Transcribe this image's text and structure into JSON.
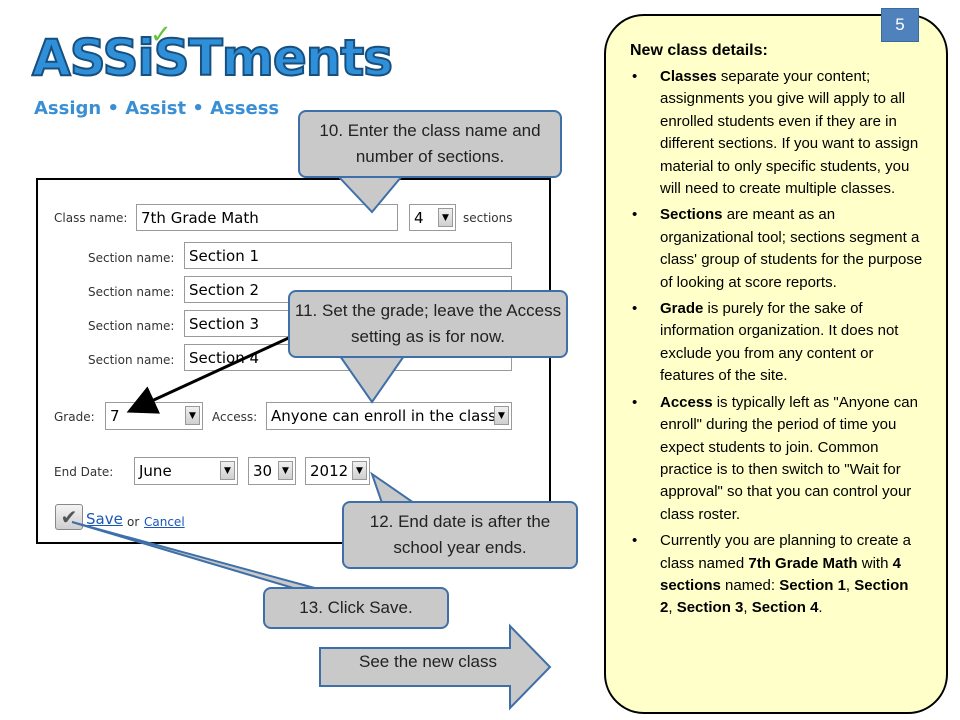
{
  "logo": {
    "wordmark": "ASSiSTments",
    "tagline": "Assign • Assist • Assess",
    "check": "✓"
  },
  "form": {
    "class_name_label": "Class name:",
    "class_name_value": "7th Grade Math",
    "sections_count": "4",
    "sections_label": "sections",
    "section_label": "Section name:",
    "sections": [
      "Section 1",
      "Section 2",
      "Section 3",
      "Section 4"
    ],
    "grade_label": "Grade:",
    "grade_value": "7",
    "access_label": "Access:",
    "access_value": "Anyone can enroll in the class",
    "end_date_label": "End Date:",
    "end_month": "June",
    "end_day": "30",
    "end_year": "2012",
    "save_label": "Save",
    "or_label": "or",
    "cancel_label": "Cancel",
    "dropdown_arrow": "▼"
  },
  "callouts": {
    "step10": "10. Enter the class name and number of sections.",
    "step11": "11. Set the grade; leave the Access setting as is for now.",
    "step12": "12. End date is after the school year ends.",
    "step13": "13. Click Save.",
    "next": "See the new class"
  },
  "panel": {
    "heading": "New class details:",
    "page_number": "5",
    "bullet_char": "•",
    "items": [
      {
        "bold": "Classes",
        "text": " separate your content; assignments you give will apply to all enrolled students even if they are in different sections. If you want to assign material to only specific students, you will need to create multiple classes."
      },
      {
        "bold": "Sections",
        "text": " are meant as an organizational tool; sections segment a class' group of students for the purpose of looking at score reports."
      },
      {
        "bold": "Grade",
        "text": " is purely for the sake of information organization. It does not exclude you from any content or features of the site."
      },
      {
        "bold": "Access",
        "text": " is typically left as \"Anyone can enroll\" during the period of time you expect students to join. Common practice is to then switch to \"Wait for approval\" so that you can control your class roster."
      }
    ],
    "last_item": {
      "p1": "Currently you are planning to create a class named ",
      "b1": "7th Grade Math",
      "p2": " with ",
      "b2": "4 sections",
      "p3": " named: ",
      "b3": "Section 1",
      "p4": ", ",
      "b4": "Section 2",
      "p5": ", ",
      "b5": "Section 3",
      "p6": ", ",
      "b6": "Section 4",
      "p7": "."
    }
  },
  "colors": {
    "panel_bg": "#ffffc9",
    "callout_bg": "#c9c9c9",
    "callout_border": "#3f6fa8",
    "accent_blue": "#4f81bd",
    "logo_blue": "#2f8fd8",
    "link_blue": "#1a57b8"
  }
}
